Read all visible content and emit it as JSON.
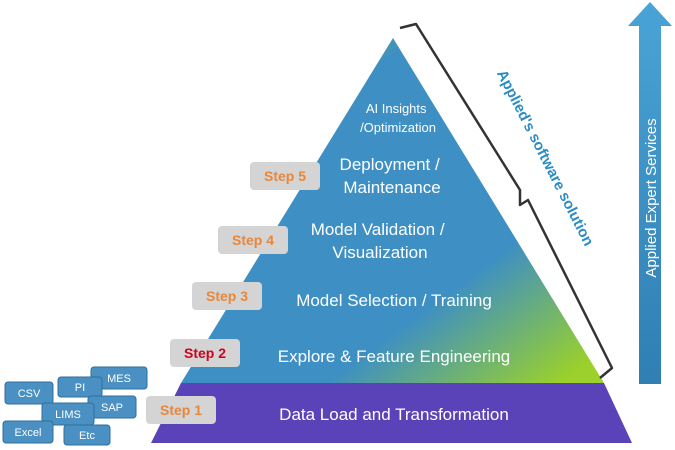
{
  "layers": {
    "top": [
      "AI Insights",
      "/Optimization"
    ],
    "deployment": [
      "Deployment /",
      "Maintenance"
    ],
    "validation": [
      "Model Validation /",
      "Visualization"
    ],
    "selection": "Model Selection / Training",
    "explore": "Explore & Feature Engineering",
    "data_load": "Data Load and Transformation"
  },
  "steps": [
    "Step 5",
    "Step 4",
    "Step 3",
    "Step 2",
    "Step 1"
  ],
  "step_colors": {
    "default": "#e8873a",
    "highlight": "#d0021b"
  },
  "data_sources": [
    "MES",
    "CSV",
    "PI",
    "SAP",
    "LIMS",
    "Excel",
    "Etc"
  ],
  "bracket_label": "Applied's software solution",
  "arrow_label": "Applied Expert Services",
  "colors": {
    "pyramid_blue": "#3d8fc4",
    "pyramid_green": "#9bd12a",
    "base_purple": "#5a43b8",
    "arrow_blue": "#3d8fc4",
    "bracket_label": "#2b8cc4"
  }
}
